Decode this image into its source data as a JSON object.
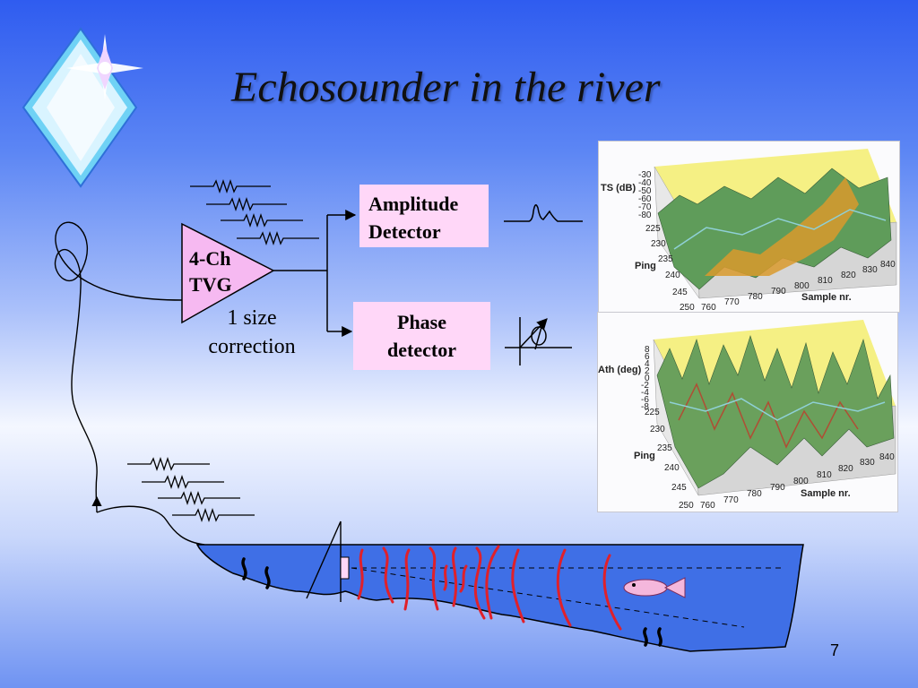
{
  "slide": {
    "title": "Echosounder in the river",
    "page_number": "7"
  },
  "diagram": {
    "tvg_label": [
      "4-Ch",
      "TVG"
    ],
    "size_correction": [
      "1 size",
      "correction"
    ],
    "amplitude_box": [
      "Amplitude",
      "Detector"
    ],
    "phase_box": [
      "Phase",
      "detector"
    ]
  },
  "colors": {
    "box_fill": "#ffd7f8",
    "tvg_fill": "#f6b9f1",
    "water": "#3f6fe6",
    "wave": "#e0202a",
    "fish": "#f4b7dc"
  },
  "plots": {
    "top": {
      "z_label": "TS (dB)",
      "z_ticks": [
        "-30",
        "-40",
        "-50",
        "-60",
        "-70",
        "-80"
      ],
      "y_label": "Ping",
      "y_ticks": [
        "225",
        "230",
        "235",
        "240",
        "245",
        "250"
      ],
      "x_label": "Sample nr.",
      "x_ticks": [
        "760",
        "770",
        "780",
        "790",
        "800",
        "810",
        "820",
        "830",
        "840"
      ]
    },
    "bottom": {
      "z_label": "Ath (deg)",
      "z_ticks": [
        "8",
        "6",
        "4",
        "2",
        "0",
        "-2",
        "-4",
        "-6",
        "-8"
      ],
      "y_label": "Ping",
      "y_ticks": [
        "225",
        "230",
        "235",
        "240",
        "245",
        "250"
      ],
      "x_label": "Sample nr.",
      "x_ticks": [
        "760",
        "770",
        "780",
        "790",
        "800",
        "810",
        "820",
        "830",
        "840"
      ]
    }
  }
}
